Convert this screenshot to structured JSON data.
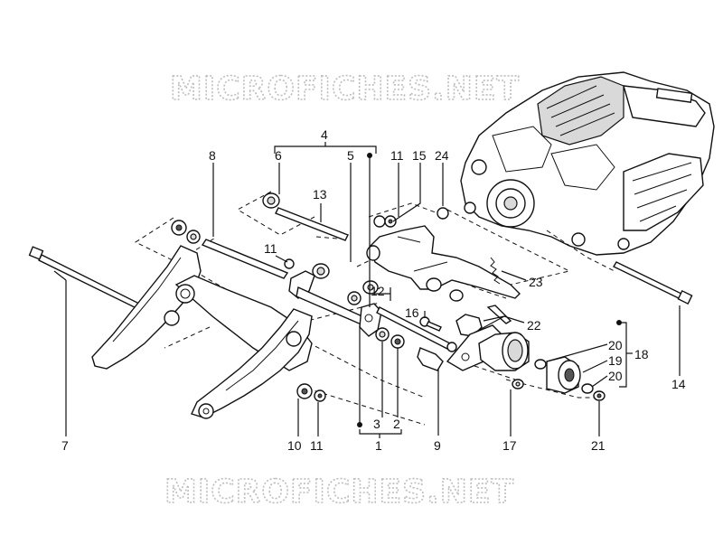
{
  "watermark": {
    "top": "MICROFICHES.NET",
    "bottom": "MICROFICHES.NET"
  },
  "callouts": {
    "c1": "1",
    "c2": "2",
    "c3": "3",
    "c4": "4",
    "c5": "5",
    "c6": "6",
    "c7": "7",
    "c8": "8",
    "c9": "9",
    "c10": "10",
    "c11a": "11",
    "c11b": "11",
    "c11c": "11",
    "c12": "12",
    "c13": "13",
    "c14": "14",
    "c15": "15",
    "c16": "16",
    "c17": "17",
    "c18": "18",
    "c19": "19",
    "c20a": "20",
    "c20b": "20",
    "c21": "21",
    "c22": "22",
    "c23": "23",
    "c24": "24"
  }
}
